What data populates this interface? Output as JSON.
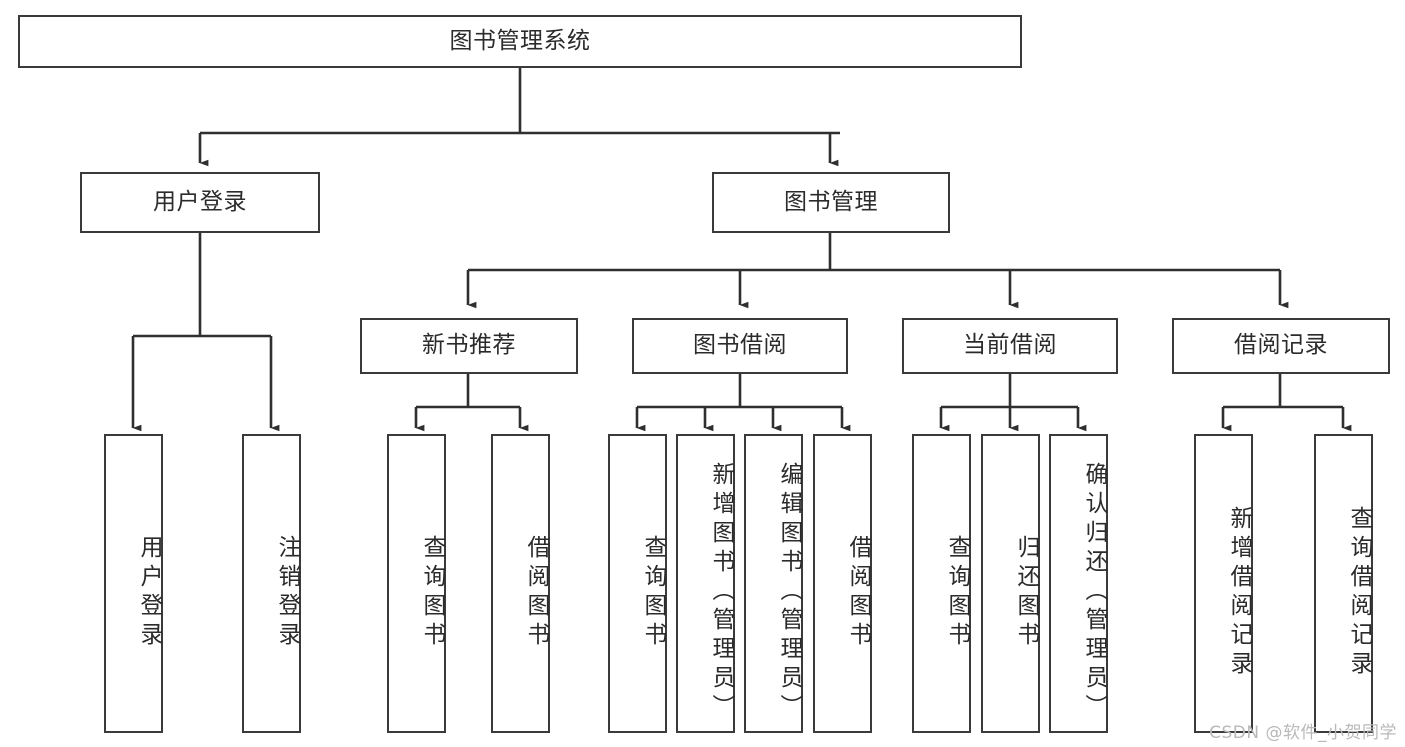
{
  "diagram": {
    "type": "tree-hierarchy-chart",
    "title": "图书管理系统",
    "watermark": "CSDN @软件_小贺同学",
    "colors": {
      "stroke": "#2f2f2f",
      "box_border": "#3a3a3a",
      "text": "#2b2b2b",
      "background": "#ffffff",
      "watermark": "#b9b9b9"
    },
    "root": {
      "label": "图书管理系统"
    },
    "level2": [
      {
        "label": "用户登录"
      },
      {
        "label": "图书管理"
      }
    ],
    "level3": [
      {
        "label": "新书推荐"
      },
      {
        "label": "图书借阅"
      },
      {
        "label": "当前借阅"
      },
      {
        "label": "借阅记录"
      }
    ],
    "leaves": {
      "user_login": [
        {
          "label": "用户登录"
        },
        {
          "label": "注销登录"
        }
      ],
      "new_book_recommend": [
        {
          "label": "查询图书"
        },
        {
          "label": "借阅图书"
        }
      ],
      "book_borrow": [
        {
          "label": "查询图书"
        },
        {
          "label": "新增图书（管理员）"
        },
        {
          "label": "编辑图书（管理员）"
        },
        {
          "label": "借阅图书"
        }
      ],
      "current_borrow": [
        {
          "label": "查询图书"
        },
        {
          "label": "归还图书"
        },
        {
          "label": "确认归还（管理员）"
        }
      ],
      "borrow_record": [
        {
          "label": "新增借阅记录"
        },
        {
          "label": "查询借阅记录"
        }
      ]
    }
  }
}
